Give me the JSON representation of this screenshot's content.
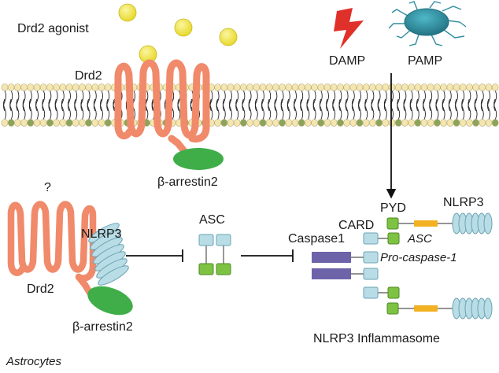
{
  "labels": {
    "agonist": "Drd2 agonist",
    "damp": "DAMP",
    "pamp": "PAMP",
    "drd2_top": "Drd2",
    "barrestin_top": "β-arrestin2",
    "question": "?",
    "nlrp3_left": "NLRP3",
    "drd2_bottom": "Drd2",
    "barrestin_bottom": "β-arrestin2",
    "astrocytes": "Astrocytes",
    "asc_center": "ASC",
    "pyd": "PYD",
    "card": "CARD",
    "nlrp3_right": "NLRP3",
    "caspase1": "Caspase1",
    "asc_right": "ASC",
    "pro_caspase": "Pro-caspase-1",
    "inflammasome": "NLRP3 Inflammasome"
  },
  "colors": {
    "drd2": "#f08a6a",
    "barrestin": "#3fae49",
    "agonist_ball": "#f2e640",
    "membrane_head": "#f4e6b0",
    "membrane_accent": "#8aa55a",
    "nlrp3": "#b9dde6",
    "card": "#b9dde6",
    "pyd": "#7dc242",
    "linker": "#f2b122",
    "caspase": "#6d63a8",
    "damp": "#e0302a",
    "pamp": "#2f8e9e"
  }
}
